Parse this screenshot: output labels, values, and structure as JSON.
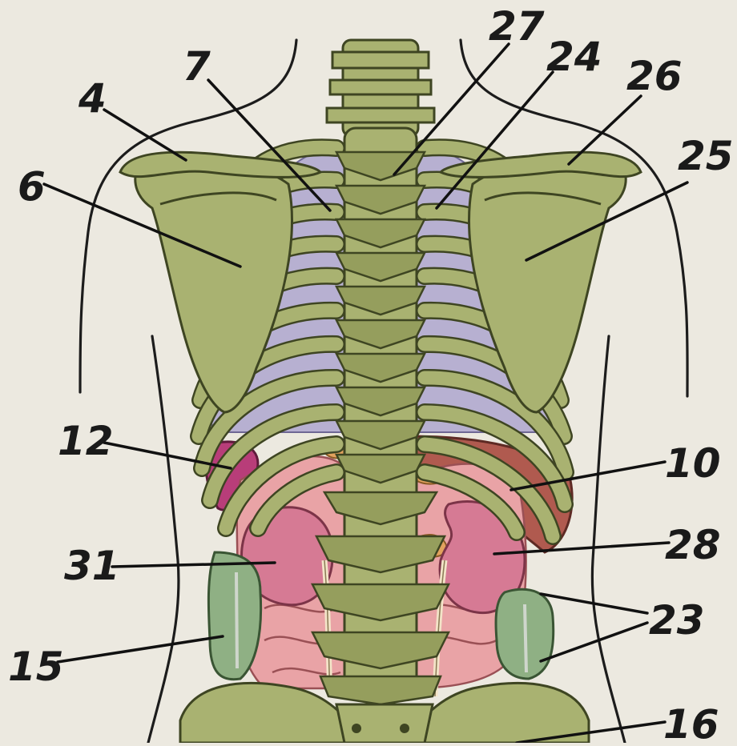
{
  "labels": {
    "l4": "4",
    "l6": "6",
    "l7": "7",
    "l10": "10",
    "l12": "12",
    "l15": "15",
    "l16": "16",
    "l23": "23",
    "l24": "24",
    "l25": "25",
    "l26": "26",
    "l27": "27",
    "l28": "28",
    "l31": "31"
  },
  "colors": {
    "background": "#ece9e0",
    "bone": "#a9b271",
    "lung": "#b7b0d1",
    "kidney": "#d67a94",
    "liver": "#b05a4f",
    "spleen": "#b83d79",
    "intestine": "#e9a3a6",
    "colon": "#8fb084",
    "adrenal": "#e2a25e"
  }
}
